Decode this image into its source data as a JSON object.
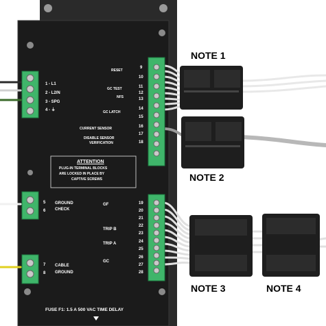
{
  "notes": [
    "NOTE 1",
    "NOTE 2",
    "NOTE 3",
    "NOTE 4"
  ],
  "left_terminal": {
    "labels": [
      "1 - L1",
      "2 - L2/N",
      "3 - SPG",
      "4 - ⏚"
    ]
  },
  "right_terminal": {
    "reset": "RESET",
    "gc_test": "GC TEST",
    "nfs": "NFS",
    "gc_latch": "GC LATCH",
    "current_sensor": "CURRENT SENSOR",
    "disable_sensor_line1": "DISABLE SENSOR",
    "disable_sensor_line2": "VERIFICATION",
    "numbers": [
      "9",
      "10",
      "11",
      "12",
      "13",
      "14",
      "15",
      "16",
      "17",
      "18"
    ]
  },
  "attention": {
    "title": "ATTENTION",
    "lines": [
      "PLUG-IN TERMINAL BLOCKS",
      "ARE LOCKED IN PLACE BY",
      "CAPTIVE SCREWS"
    ]
  },
  "ground_check": {
    "numbers": [
      "5",
      "6"
    ],
    "line1": "GROUND",
    "line2": "CHECK"
  },
  "cable_ground": {
    "numbers": [
      "7",
      "8"
    ],
    "line1": "CABLE",
    "line2": "GROUND"
  },
  "lower_terminal": {
    "gf": "GF",
    "trip_b": "TRIP B",
    "trip_a": "TRIP A",
    "gc": "GC",
    "numbers": [
      "19",
      "20",
      "21",
      "22",
      "23",
      "24",
      "25",
      "26",
      "27",
      "28"
    ]
  },
  "fuse_label": "FUSE F1: 1.5 A 500 VAC TIME DELAY",
  "colors": {
    "panel": "#1b1b1b",
    "terminal_green": "#3fb56a",
    "ferrite": "#1e1e1e",
    "wire": "#d9d9d9"
  }
}
